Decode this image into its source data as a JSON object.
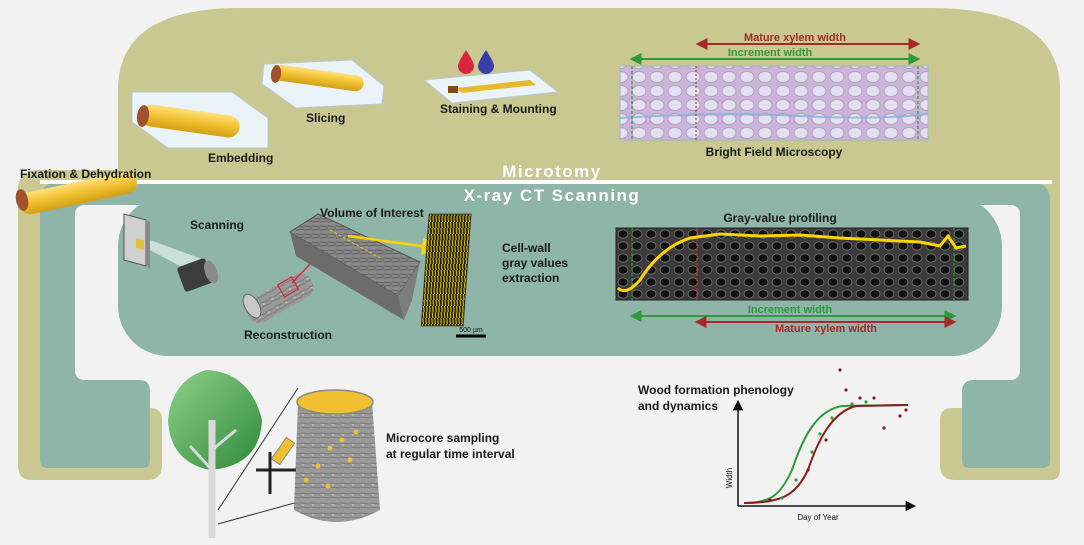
{
  "microtomy": {
    "title": "Microtomy",
    "steps": {
      "fixation": "Fixation & Dehydration",
      "embedding": "Embedding",
      "slicing": "Slicing",
      "staining": "Staining & Mounting",
      "microscopy": "Bright Field Microscopy"
    },
    "mature_xylem_label": "Mature xylem width",
    "increment_label": "Increment width"
  },
  "ct": {
    "title": "X-ray CT Scanning",
    "scanning": "Scanning",
    "volume_of_interest": "Volume of Interest",
    "reconstruction": "Reconstruction",
    "extraction_line1": "Cell-wall",
    "extraction_line2": "gray values",
    "extraction_line3": "extraction",
    "scale_bar": "500 µm",
    "profiling": "Gray-value profiling",
    "increment_label": "Increment width",
    "mature_xylem_label": "Mature xylem width"
  },
  "sampling": {
    "line1": "Microcore sampling",
    "line2": "at regular time interval"
  },
  "phenology": {
    "title_line1": "Wood formation phenology",
    "title_line2": "and dynamics",
    "x_axis": "Day of Year",
    "y_axis": "Width"
  },
  "colors": {
    "microtomy_band": "#c8c890",
    "ct_band": "#8fb5a8",
    "mature_arrow": "#a52a2a",
    "increment_arrow": "#2e9a3a",
    "profile_line": "#ffd400"
  }
}
